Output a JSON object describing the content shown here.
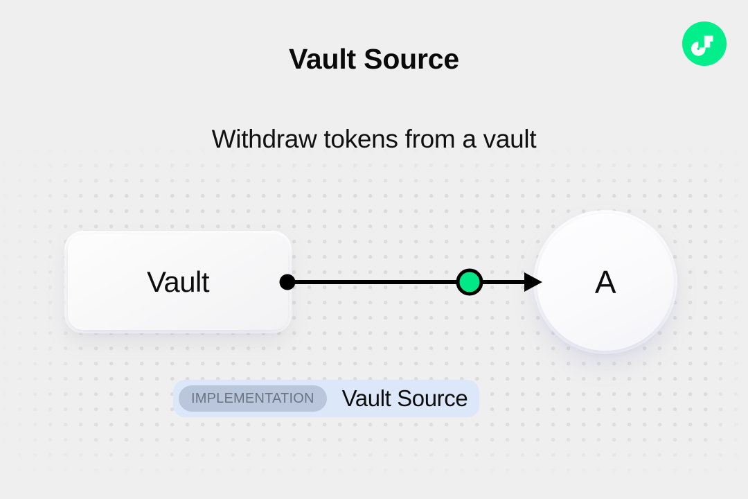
{
  "header": {
    "title": "Vault Source",
    "subtitle": "Withdraw tokens from a vault",
    "logo_icon": "flow-logo-icon",
    "logo_color": "#00EF8B"
  },
  "diagram": {
    "nodes": [
      {
        "id": "vault",
        "label": "Vault",
        "shape": "rounded-rect"
      },
      {
        "id": "a",
        "label": "A",
        "shape": "circle"
      }
    ],
    "edges": [
      {
        "from": "vault",
        "to": "a",
        "source_handle_color": "#000000",
        "midpoint_dot_color": "#00E986",
        "line_color": "#000000",
        "arrowhead": "triangle-right"
      }
    ]
  },
  "badge": {
    "tag": "IMPLEMENTATION",
    "title": "Vault Source",
    "background_color": "#DDE7FA",
    "tag_background_color": "#B9C6DC",
    "tag_text_color": "#6B7280"
  },
  "background": {
    "canvas_color": "#EFEFEF",
    "dot_color": "#DCDCDC"
  }
}
